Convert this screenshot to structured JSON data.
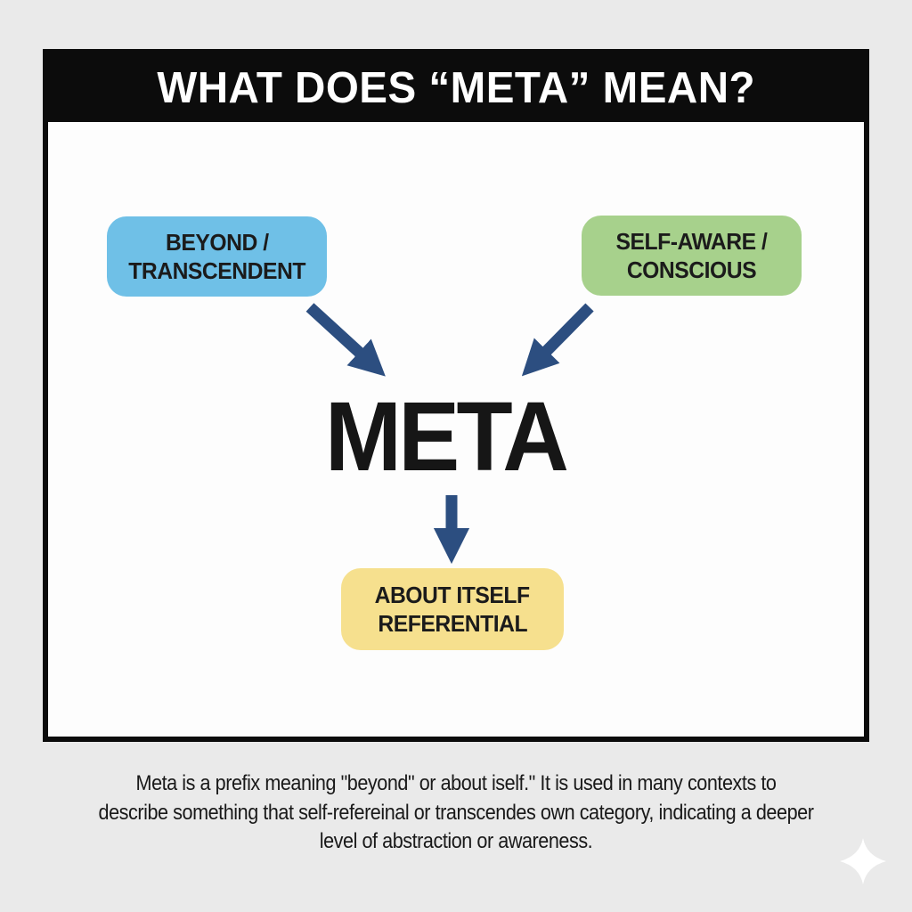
{
  "page": {
    "background_color": "#eaeaea",
    "panel_background": "#fdfdfd",
    "panel_border_color": "#0c0c0c"
  },
  "header": {
    "title": "WHAT DOES “META” MEAN?",
    "background_color": "#0c0c0c",
    "text_color": "#ffffff"
  },
  "diagram": {
    "center_term": "META",
    "arrow_color": "#2c4e80",
    "nodes": [
      {
        "id": "beyond-transcendent",
        "line1": "BEYOND /",
        "line2": "TRANSCENDENT",
        "color": "#6fc0e7"
      },
      {
        "id": "self-aware-conscious",
        "line1": "SELF-AWARE /",
        "line2": "CONSCIOUS",
        "color": "#a7d18c"
      },
      {
        "id": "about-itself-referential",
        "line1": "ABOUT ITSELF",
        "line2": "REFERENTIAL",
        "color": "#f6e08e"
      }
    ]
  },
  "footer": {
    "lines": [
      "Meta is a prefix meaning \"beyond\" or about iself.\" It is used in many contexts to",
      "describe something that self-refereinal or transcendes own category, indicating a deeper",
      "level of abstraction or awareness."
    ]
  },
  "decoration": {
    "sparkle_icon": "four-pointed-star",
    "sparkle_color": "#ffffff"
  }
}
